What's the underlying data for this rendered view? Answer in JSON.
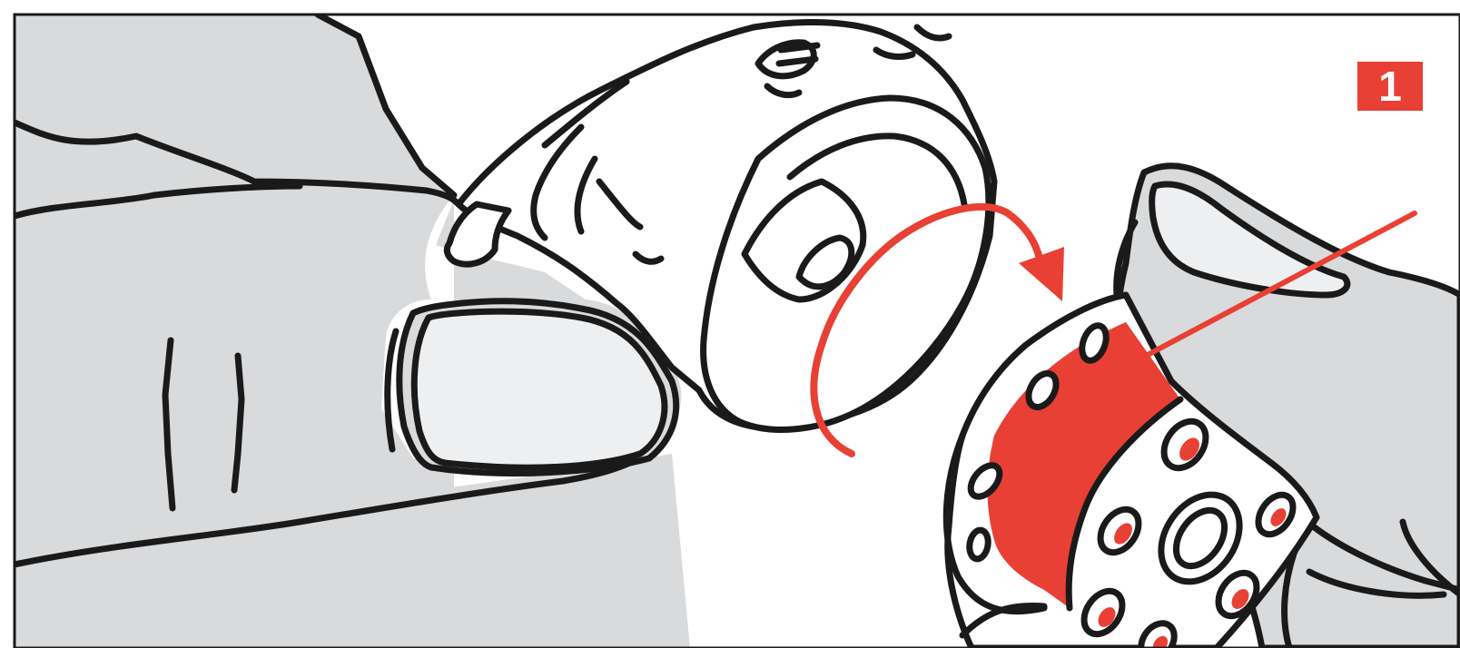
{
  "step": {
    "number": "1"
  },
  "colors": {
    "accent": "#e84035",
    "outline": "#1a1a1a",
    "skin": "#d9dadc",
    "nail": "#eeeff0",
    "background": "#ffffff"
  },
  "illustration": {
    "left_part": "hand-held-fitting",
    "right_part": "hand-held-nozzle-with-red-band",
    "action": "curved-arrow-twist"
  }
}
